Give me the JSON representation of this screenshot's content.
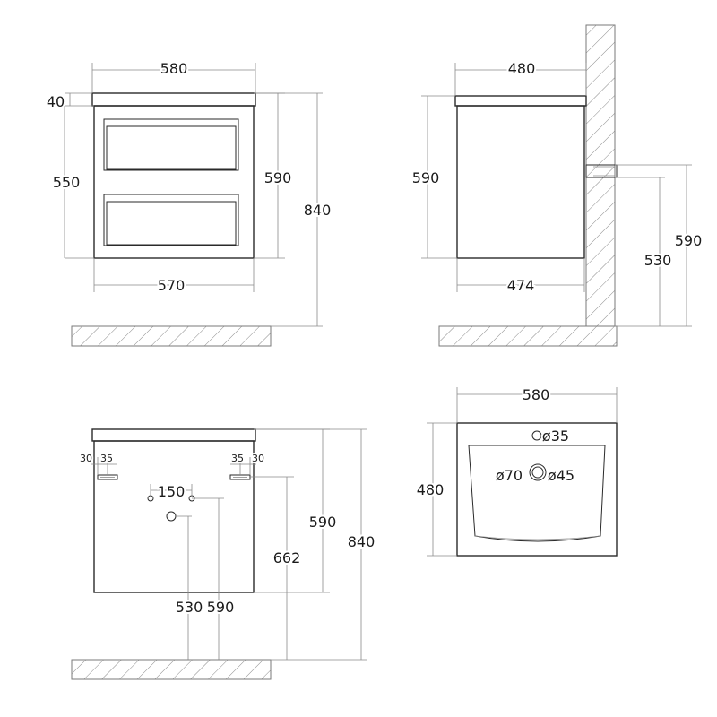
{
  "front_view": {
    "width_top": "580",
    "top_thickness": "40",
    "drawer_height": "550",
    "body_height": "590",
    "total_height": "840",
    "width_bottom": "570"
  },
  "side_view": {
    "depth_top": "480",
    "body_height": "590",
    "depth_bottom": "474",
    "mount_height_1": "530",
    "mount_height_2": "590"
  },
  "back_view": {
    "left_offset_1": "30",
    "left_offset_2": "35",
    "right_offset_1": "35",
    "right_offset_2": "30",
    "hole_spacing": "150",
    "body_height": "590",
    "bracket_height": "662",
    "total_height": "840",
    "pipe_height_1": "530",
    "pipe_height_2": "590"
  },
  "top_view": {
    "width": "580",
    "depth": "480",
    "tap_hole": "ø35",
    "drain_outer": "ø70",
    "drain_inner": "ø45"
  },
  "colors": {
    "line": "#2a2a2a",
    "dimension_line": "#8a8a8a"
  }
}
